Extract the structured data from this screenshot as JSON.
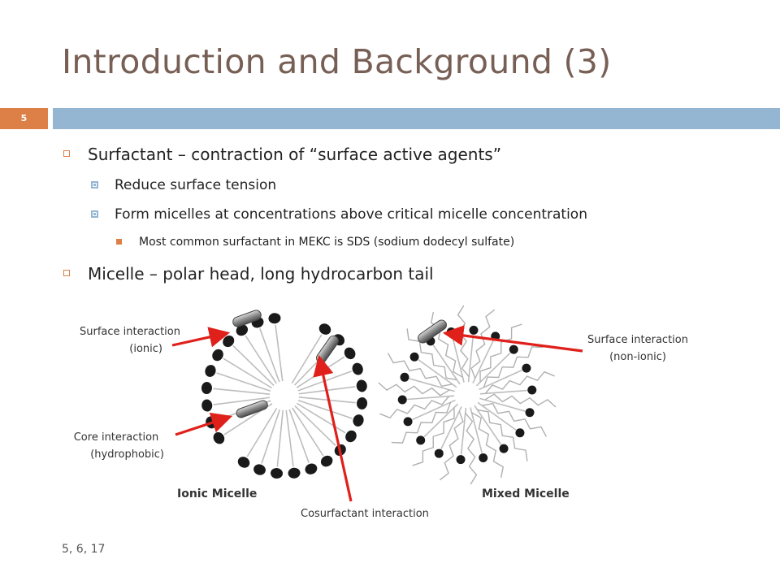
{
  "slide": {
    "title": "Introduction and Background (3)",
    "number": "5",
    "footer": "5, 6, 17"
  },
  "bullets": {
    "l1a": "Surfactant –  contraction of “surface active agents”",
    "l2a": "Reduce surface tension",
    "l2b": "Form micelles at concentrations above critical micelle concentration",
    "l3a": "Most common surfactant in MEKC is SDS (sodium dodecyl sulfate)",
    "l1b": "Micelle – polar head, long hydrocarbon tail"
  },
  "figure": {
    "ionic_caption": "Ionic Micelle",
    "mixed_caption": "Mixed Micelle",
    "surface_ionic_1": "Surface interaction",
    "surface_ionic_2": "(ionic)",
    "core_1": "Core interaction",
    "core_2": "(hydrophobic)",
    "cosurfactant": "Cosurfactant interaction",
    "surface_nonionic_1": "Surface interaction",
    "surface_nonionic_2": "(non-ionic)"
  },
  "colors": {
    "title": "#775f55",
    "accent_orange": "#dd8047",
    "accent_blue": "#94b6d2",
    "arrow": "#e0201a"
  }
}
